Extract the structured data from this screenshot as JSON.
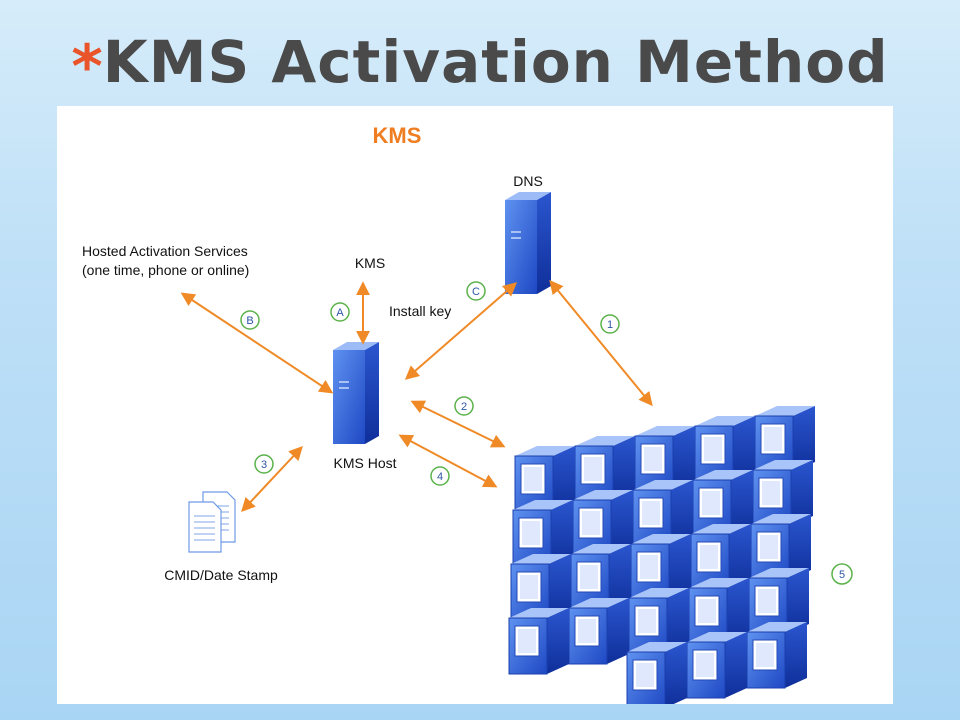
{
  "slide": {
    "title_marker": "*",
    "title": "KMS Activation Method"
  },
  "diagram": {
    "heading": "KMS",
    "nodes": {
      "dns": "DNS",
      "kms_top": "KMS",
      "install_key": "Install key",
      "hosted_line1": "Hosted Activation Services",
      "hosted_line2": "(one time, phone or online)",
      "kms_host": "KMS Host",
      "cmid": "CMID/Date Stamp"
    },
    "badges": {
      "a": "A",
      "b": "B",
      "c": "C",
      "n1": "1",
      "n2": "2",
      "n3": "3",
      "n4": "4",
      "n5": "5"
    },
    "colors": {
      "arrow": "#ef8a26",
      "badge_ring": "#5bb24b",
      "heading": "#ef7d22",
      "server": "#2d5fd4"
    }
  }
}
